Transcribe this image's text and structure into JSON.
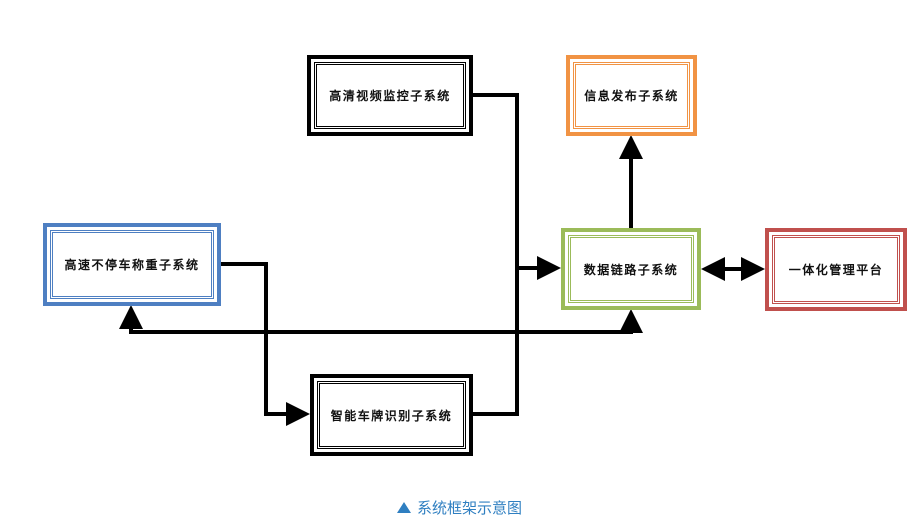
{
  "diagram": {
    "nodes": {
      "hd_video": {
        "label": "高清视频监控子系统",
        "color": "#000000"
      },
      "info_publish": {
        "label": "信息发布子系统",
        "color": "#f19344"
      },
      "weigh_in_motion": {
        "label": "高速不停车称重子系统",
        "color": "#4e7fc2"
      },
      "data_link": {
        "label": "数据链路子系统",
        "color": "#9bbb59"
      },
      "mgmt_platform": {
        "label": "一体化管理平台",
        "color": "#c0504d"
      },
      "plate_recognition": {
        "label": "智能车牌识别子系统",
        "color": "#000000"
      }
    },
    "edges": [
      {
        "from": "hd_video",
        "to": "data_link",
        "direction": "forward"
      },
      {
        "from": "plate_recognition",
        "to": "data_link",
        "direction": "forward"
      },
      {
        "from": "weigh_in_motion",
        "to": "plate_recognition",
        "direction": "forward"
      },
      {
        "from": "data_link",
        "to": "info_publish",
        "direction": "forward"
      },
      {
        "from": "data_link",
        "to": "mgmt_platform",
        "direction": "both"
      },
      {
        "from": "weigh_in_motion",
        "to": "data_link",
        "direction": "both"
      }
    ]
  },
  "caption": {
    "icon": "triangle-up-icon",
    "text": "系统框架示意图",
    "color": "#2f7fc1"
  }
}
